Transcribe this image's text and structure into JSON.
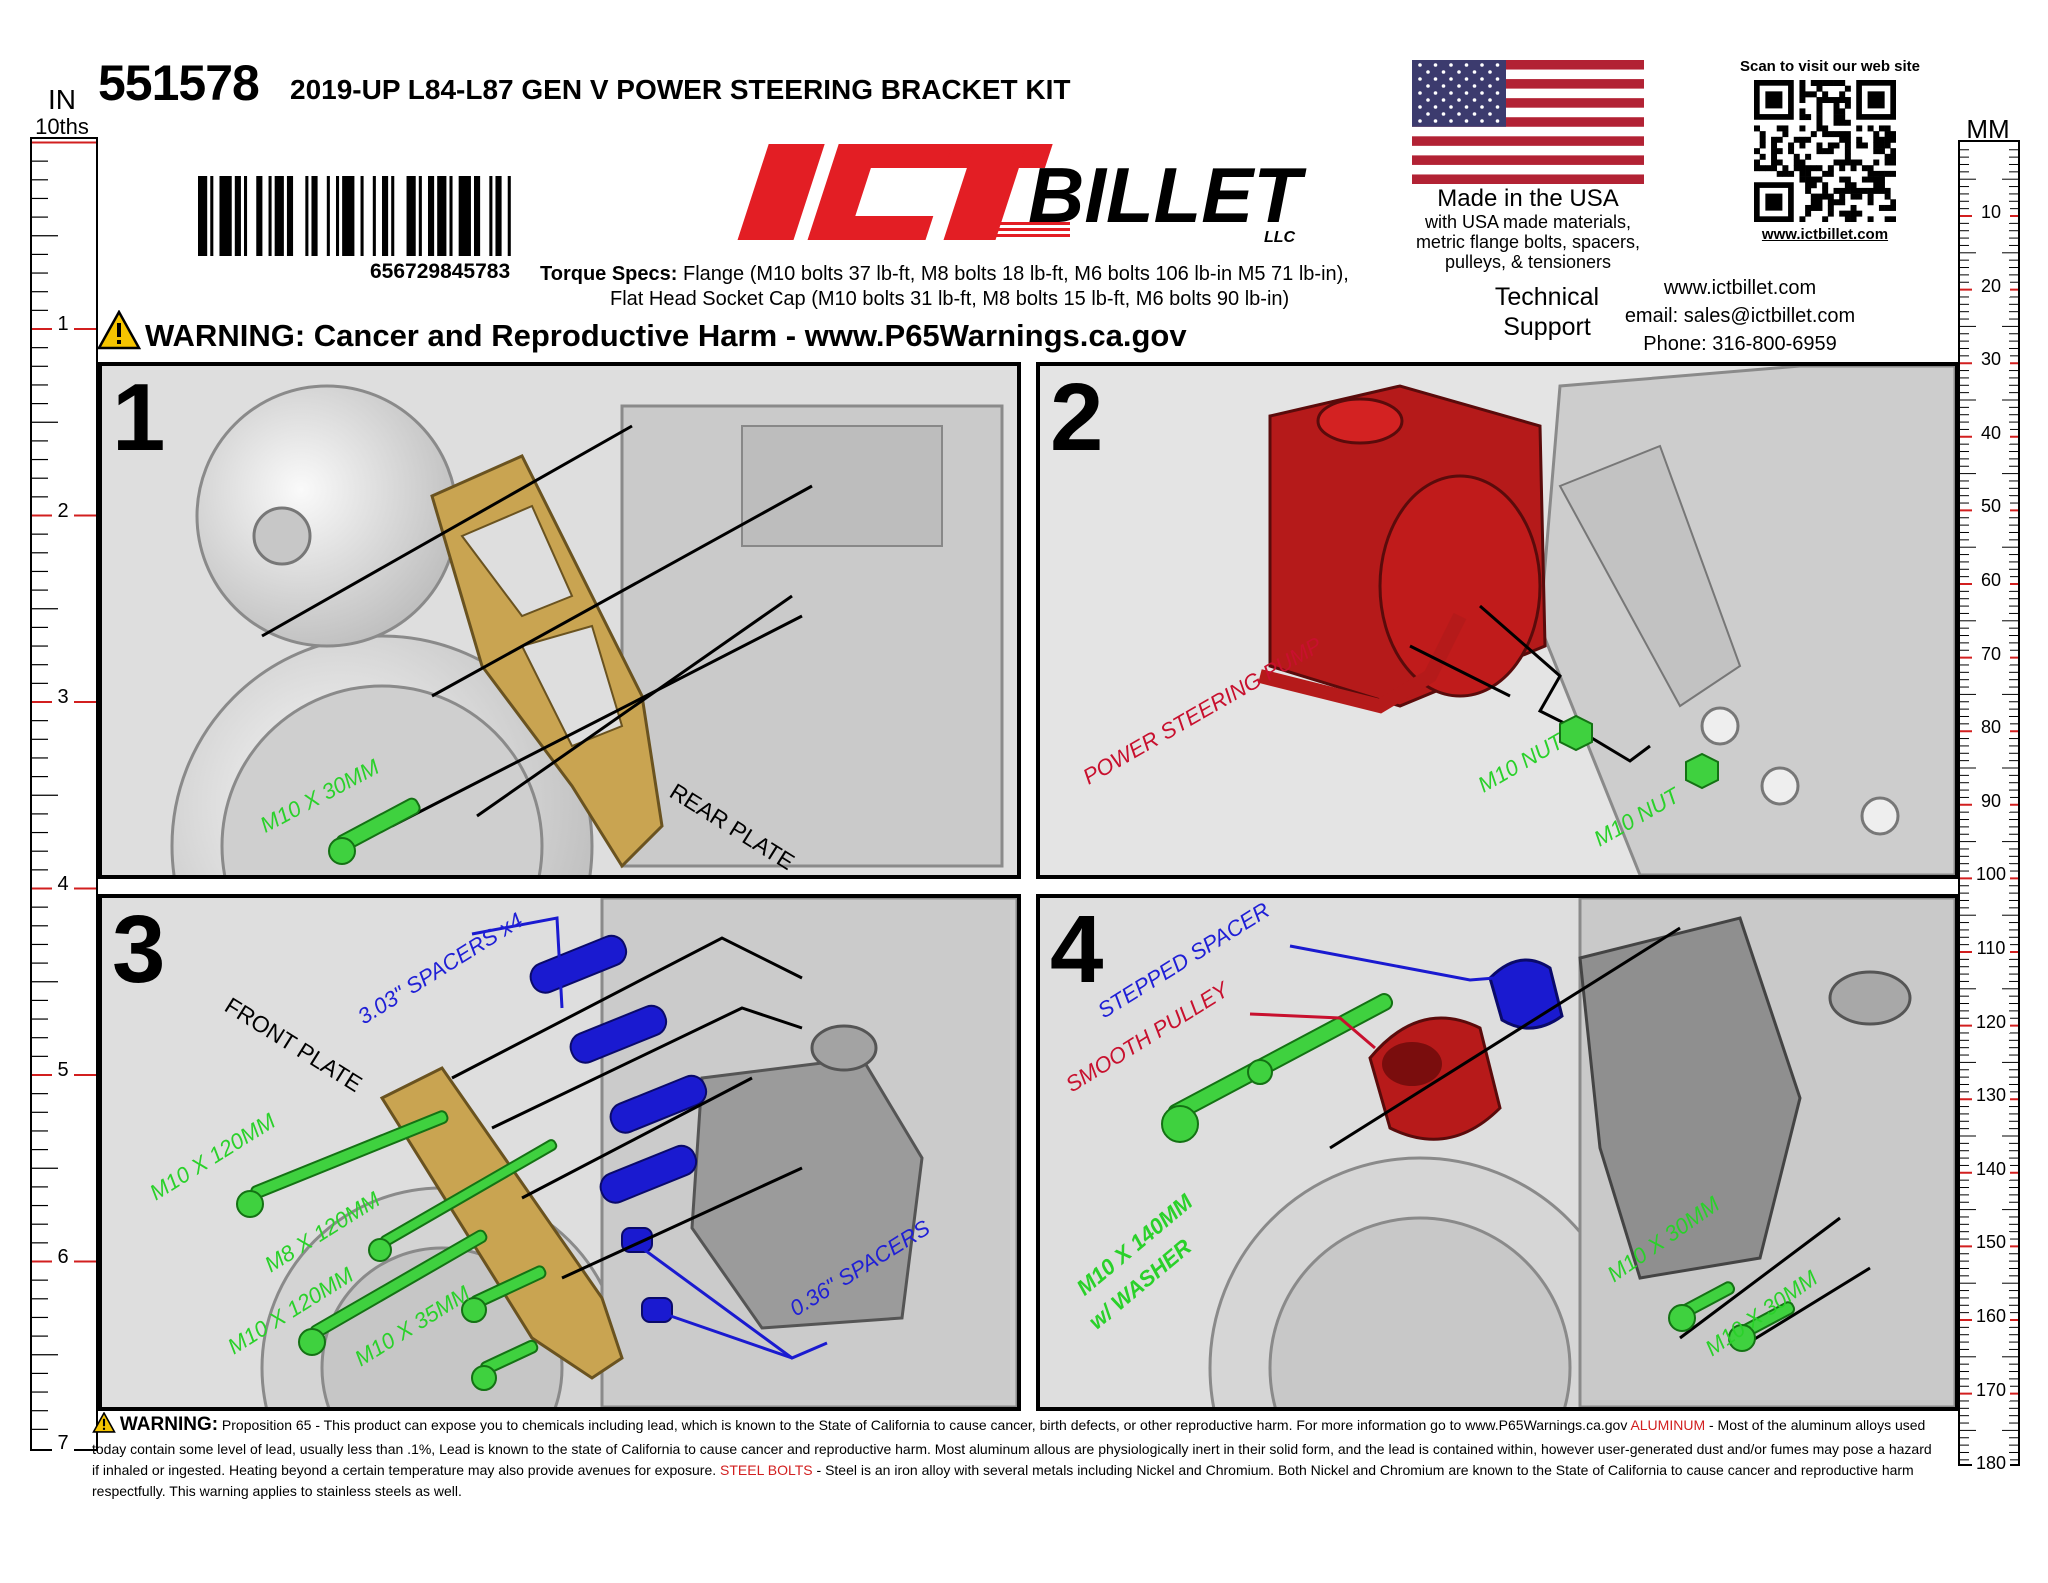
{
  "ruler_in": {
    "unit": "IN",
    "sub": "10ths",
    "ticks": [
      "1",
      "2",
      "3",
      "4",
      "5",
      "6",
      "7"
    ]
  },
  "ruler_mm": {
    "unit": "MM",
    "ticks": [
      "10",
      "20",
      "30",
      "40",
      "50",
      "60",
      "70",
      "80",
      "90",
      "100",
      "110",
      "120",
      "130",
      "140",
      "150",
      "160",
      "170",
      "180"
    ]
  },
  "header": {
    "part_number": "551578",
    "title": "2019-UP L84-L87 GEN V POWER STEERING BRACKET KIT",
    "barcode_number": "656729845783",
    "torque_label": "Torque Specs:",
    "torque_line1": " Flange (M10 bolts 37 lb-ft, M8 bolts 18 lb-ft, M6 bolts 106 lb-in M5 71 lb-in),",
    "torque_line2": "Flat Head Socket Cap (M10 bolts 31 lb-ft, M8 bolts 15 lb-ft, M6 bolts 90 lb-in)"
  },
  "logo": {
    "ict": "ICT",
    "billet": "BILLET",
    "llc": "LLC",
    "color": "#e31e24"
  },
  "usa": {
    "line1": "Made in the USA",
    "line2": "with USA made materials,",
    "line3": "metric flange bolts, spacers,",
    "line4": "pulleys, & tensioners"
  },
  "qr": {
    "caption": "Scan to visit our web site",
    "url": "www.ictbillet.com"
  },
  "support": {
    "label_line1": "Technical",
    "label_line2": "Support",
    "website": "www.ictbillet.com",
    "email": "email: sales@ictbillet.com",
    "phone": "Phone: 316-800-6959"
  },
  "warning_banner": "WARNING: Cancer and Reproductive Harm - www.P65Warnings.ca.gov",
  "steps": [
    {
      "number": "1",
      "callouts": [
        "REAR PLATE",
        "M10 X 30MM"
      ]
    },
    {
      "number": "2",
      "callouts": [
        "POWER STEERING PUMP",
        "M10 NUT",
        "M10 NUT"
      ]
    },
    {
      "number": "3",
      "callouts": [
        "FRONT PLATE",
        "3.03\" SPACERS x4",
        "M10 X 120MM",
        "M8 X 120MM",
        "M10 X 120MM",
        "M10 X 35MM",
        "0.36\" SPACERS"
      ]
    },
    {
      "number": "4",
      "callouts": [
        "STEPPED SPACER",
        "SMOOTH PULLEY",
        "M10 X 140MM",
        "w/ WASHER",
        "M10 X 30MM",
        "M10 X 30MM"
      ]
    }
  ],
  "footer": {
    "label": "WARNING:",
    "text1": " Proposition 65 - This product can expose you to chemicals including lead, which is known to the State of California to cause cancer, birth defects, or other reproductive harm. For more information go to www.P65Warnings.ca.gov ",
    "aluminum": " ALUMINUM",
    "text2": " - Most of the aluminum alloys used today contain some level of lead, usually less than .1%, Lead is known to the state of California to cause cancer and reproductive harm. Most aluminum allous are physiologically inert in their solid form, and the lead is contained within, however user-generated dust and/or fumes may pose a hazard if inhaled or ingested. Heating beyond a certain temperature may also provide avenues for exposure. ",
    "steel": " STEEL BOLTS",
    "text3": " - Steel is an iron alloy with several metals including Nickel and Chromium. Both Nickel and Chromium are known to the State of California to cause cancer and reproductive harm respectfully. This warning applies to stainless steels as well."
  }
}
